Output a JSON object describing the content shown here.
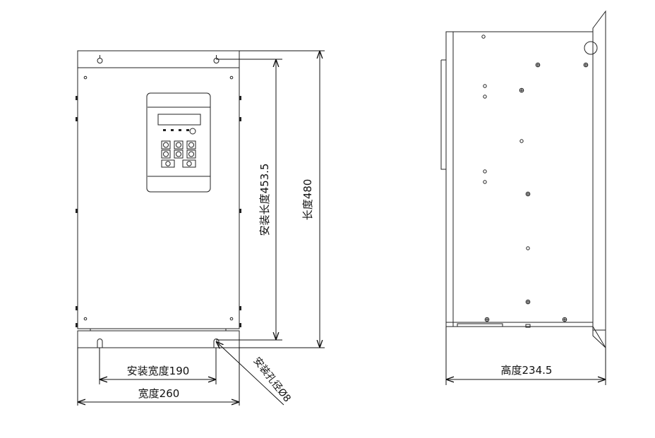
{
  "front_view": {
    "width_label": "宽度260",
    "mount_width_label": "安装宽度190",
    "length_label": "长度480",
    "mount_length_label": "安装长度453.5",
    "hole_label": "安装孔径Ø8"
  },
  "side_view": {
    "height_label": "高度234.5"
  }
}
